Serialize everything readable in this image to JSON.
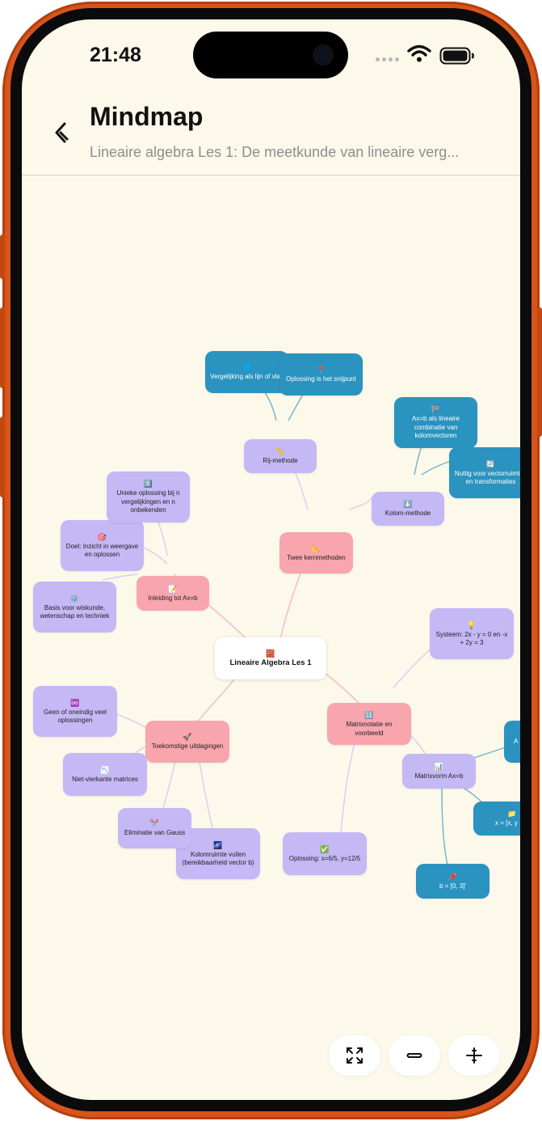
{
  "status": {
    "time": "21:48"
  },
  "header": {
    "title": "Mindmap",
    "subtitle": "Lineaire algebra Les 1: De meetkunde van lineaire verg..."
  },
  "mindmap": {
    "nodes": [
      {
        "id": "root",
        "emoji": "🧱",
        "label": "Lineaire Algebra Les 1"
      },
      {
        "id": "intro",
        "emoji": "📝",
        "label": "Inleiding tot Ax=b"
      },
      {
        "id": "doel",
        "emoji": "🎯",
        "label": "Doel: Inzicht in weergave en oplossen"
      },
      {
        "id": "uniek",
        "emoji": "1️⃣",
        "label": "Unieke oplossing bij n vergelijkingen en n onbekenden"
      },
      {
        "id": "basis",
        "emoji": "⚙️",
        "label": "Basis voor wiskunde, wetenschap en techniek"
      },
      {
        "id": "twee",
        "emoji": "📐",
        "label": "Twee kernmethoden"
      },
      {
        "id": "rij",
        "emoji": "📏",
        "label": "Rij-methode"
      },
      {
        "id": "verg",
        "emoji": "🌐",
        "label": "Vergelijking als lijn of vlak"
      },
      {
        "id": "snij",
        "emoji": "📍",
        "label": "Oplossing is het snijpunt"
      },
      {
        "id": "kolom",
        "emoji": "⬇️",
        "label": "Kolom-methode"
      },
      {
        "id": "axb",
        "emoji": "🏁",
        "label": "Ax=b als lineaire combinatie van kolomvectoren"
      },
      {
        "id": "nuttig",
        "emoji": "🔄",
        "label": "Nuttig voor vectorruimten en transformaties"
      },
      {
        "id": "matrix",
        "emoji": "🔢",
        "label": "Matrixnotatie en voorbeeld"
      },
      {
        "id": "systeem",
        "emoji": "💡",
        "label": "Systeem: 2x - y = 0 en -x + 2y = 3"
      },
      {
        "id": "vorm",
        "emoji": "📊",
        "label": "Matrixvorm Ax=b"
      },
      {
        "id": "a",
        "emoji": "",
        "label": "A"
      },
      {
        "id": "x",
        "emoji": "📁",
        "label": "x = [x, y"
      },
      {
        "id": "b",
        "emoji": "📌",
        "label": "b = [0, 3]'"
      },
      {
        "id": "opl",
        "emoji": "✅",
        "label": "Oplossing: x=6/5, y=12/5"
      },
      {
        "id": "toek",
        "emoji": "🚀",
        "label": "Toekomstige uitdagingen"
      },
      {
        "id": "geen",
        "emoji": "♾️",
        "label": "Geen of oneindig veel oplossingen"
      },
      {
        "id": "nietv",
        "emoji": "📉",
        "label": "Niet-vierkante matrices"
      },
      {
        "id": "elim",
        "emoji": "✂️",
        "label": "Eliminatie van Gauss"
      },
      {
        "id": "kolomr",
        "emoji": "🌌",
        "label": "Kolomruimte vullen (bereikbaarheid vector b)"
      }
    ]
  },
  "controls": [
    "fit-screen-icon",
    "collapse-icon",
    "expand-icon"
  ],
  "colors": {
    "background": "#fcf8ea",
    "root": "#ffffff",
    "main": "#f8a5ae",
    "sub": "#c4b8f5",
    "leaf": "#2a93bf",
    "frame": "#d9531d"
  }
}
